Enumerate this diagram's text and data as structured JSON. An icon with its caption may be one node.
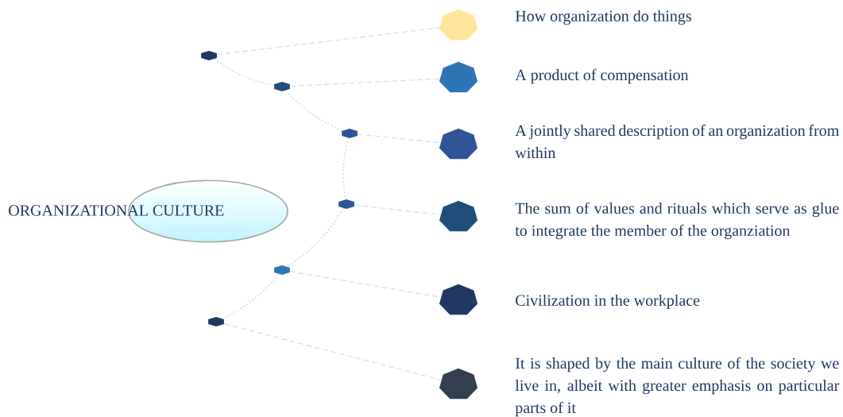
{
  "diagram": {
    "nodes": [
      {
        "text": [
          "ORGANIZATIONAL CULTURE"
        ]
      },
      {
        "text": [],
        "shape": "hexagon"
      },
      {
        "text": [],
        "shape": "hexagon"
      },
      {
        "text": [],
        "shape": "hexagon"
      },
      {
        "text": [],
        "shape": "hexagon"
      },
      {
        "text": [],
        "shape": "hexagon"
      },
      {
        "text": [],
        "shape": "hexagon"
      },
      {
        "text": [],
        "shape": "heptagon",
        "beside": [
          "How organization do things"
        ]
      },
      {
        "text": [],
        "shape": "heptagon",
        "beside": [
          "A product of compensation"
        ]
      },
      {
        "text": [],
        "shape": "heptagon",
        "beside": [
          "A jointly shared description of an organization from within"
        ]
      },
      {
        "text": [],
        "shape": "heptagon",
        "beside": [
          "The sum of values and rituals which serve as glue to integrate the member of the organziation"
        ]
      },
      {
        "text": [],
        "shape": "heptagon",
        "beside": [
          "Civilization in the workplace"
        ]
      },
      {
        "text": [],
        "shape": "heptagon",
        "beside": [
          "It is shaped by the main culture of the society we live in, albeit with greater emphasis on particular parts of it"
        ]
      }
    ],
    "edges": [
      {
        "from": 1,
        "to": 2,
        "arrow": "none"
      },
      {
        "from": 2,
        "to": 3,
        "arrow": "none"
      },
      {
        "from": 3,
        "to": 4,
        "arrow": "none"
      },
      {
        "from": 4,
        "to": 5,
        "arrow": "none"
      },
      {
        "from": 5,
        "to": 6,
        "arrow": "none"
      },
      {
        "from": 1,
        "to": 7,
        "arrow": "none",
        "style": "dashed"
      },
      {
        "from": 2,
        "to": 8,
        "arrow": "none",
        "style": "dashed"
      },
      {
        "from": 3,
        "to": 9,
        "arrow": "none",
        "style": "dashed"
      },
      {
        "from": 4,
        "to": 10,
        "arrow": "none",
        "style": "dashed"
      },
      {
        "from": 5,
        "to": 11,
        "arrow": "none",
        "style": "dashed"
      },
      {
        "from": 6,
        "to": 12,
        "arrow": "none",
        "style": "dashed"
      }
    ]
  }
}
